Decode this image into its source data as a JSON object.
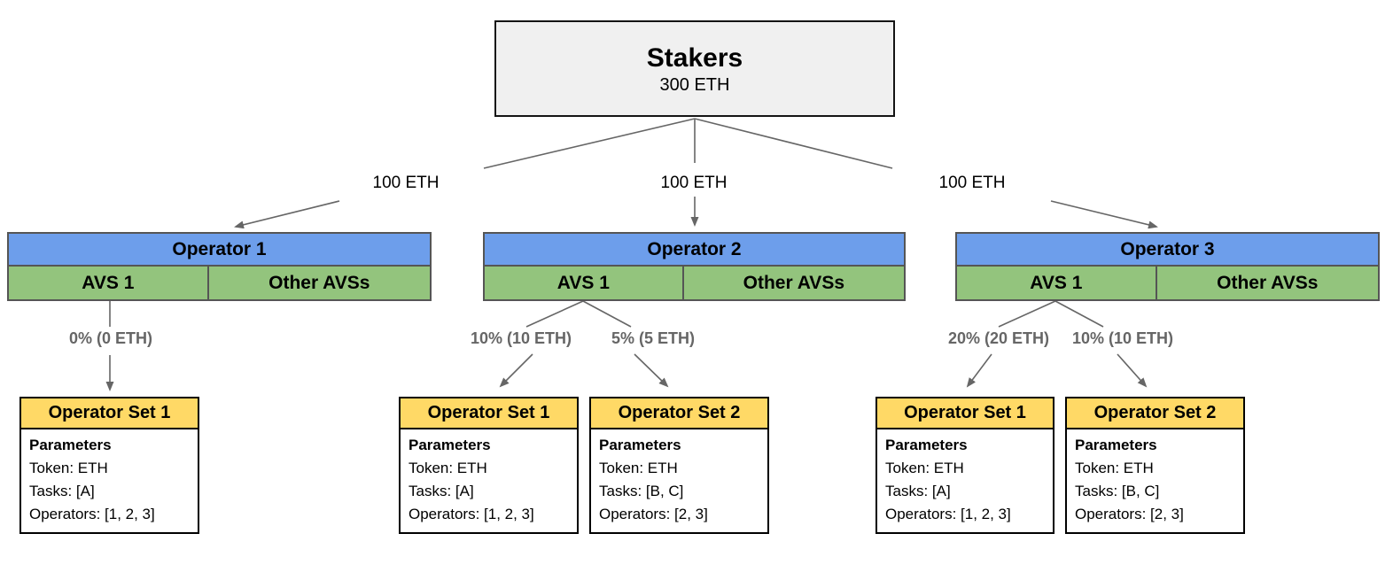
{
  "stakers": {
    "title": "Stakers",
    "amount": "300 ETH"
  },
  "stake_labels": [
    "100 ETH",
    "100 ETH",
    "100 ETH"
  ],
  "colors": {
    "stakers_fill": "#f0f0f0",
    "operator_header": "#6d9eeb",
    "avs_row": "#93c47d",
    "set_header": "#ffd966",
    "line": "#666666",
    "pct_text": "#666666"
  },
  "operators": [
    {
      "name": "Operator 1",
      "avs_label": "AVS 1",
      "other_label": "Other AVSs",
      "allocations": [
        "0% (0 ETH)"
      ],
      "sets": [
        {
          "title": "Operator Set 1",
          "heading": "Parameters",
          "lines": [
            "Token: ETH",
            "Tasks: [A]",
            "Operators: [1, 2, 3]"
          ]
        }
      ]
    },
    {
      "name": "Operator 2",
      "avs_label": "AVS 1",
      "other_label": "Other AVSs",
      "allocations": [
        "10% (10 ETH)",
        "5% (5 ETH)"
      ],
      "sets": [
        {
          "title": "Operator Set 1",
          "heading": "Parameters",
          "lines": [
            "Token: ETH",
            "Tasks: [A]",
            "Operators: [1, 2, 3]"
          ]
        },
        {
          "title": "Operator Set 2",
          "heading": "Parameters",
          "lines": [
            "Token: ETH",
            "Tasks: [B, C]",
            "Operators: [2, 3]"
          ]
        }
      ]
    },
    {
      "name": "Operator 3",
      "avs_label": "AVS 1",
      "other_label": "Other AVSs",
      "allocations": [
        "20% (20 ETH)",
        "10% (10 ETH)"
      ],
      "sets": [
        {
          "title": "Operator Set 1",
          "heading": "Parameters",
          "lines": [
            "Token: ETH",
            "Tasks: [A]",
            "Operators: [1, 2, 3]"
          ]
        },
        {
          "title": "Operator Set 2",
          "heading": "Parameters",
          "lines": [
            "Token: ETH",
            "Tasks: [B, C]",
            "Operators: [2, 3]"
          ]
        }
      ]
    }
  ]
}
